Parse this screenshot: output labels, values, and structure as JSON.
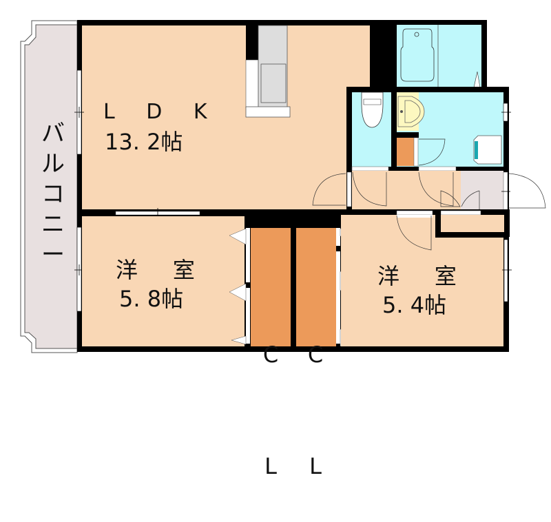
{
  "floor_plan": {
    "rooms": {
      "ldk": {
        "name": "ＬＤＫ",
        "name_display": "L D K",
        "area": "１３．２帖",
        "area_display": "13. 2帖"
      },
      "western_room_1": {
        "name": "洋　　室",
        "name_display": "洋     室",
        "area": "５．８帖",
        "area_display": "5. 8帖"
      },
      "western_room_2": {
        "name": "洋　　室",
        "name_display": "洋     室",
        "area": "５．４帖",
        "area_display": "5. 4帖"
      },
      "closet_1": {
        "label_line1": "C",
        "label_line2": "L"
      },
      "closet_2": {
        "label_line1": "C",
        "label_line2": "L"
      },
      "balcony": {
        "name": "バルコニー",
        "chars": [
          "バ",
          "ル",
          "コ",
          "ニ",
          "ー"
        ]
      }
    },
    "colors": {
      "room_floor": "#f9d7b5",
      "wet_area": "#bff8fb",
      "closet": "#ec9a5a",
      "balcony": "#e8e0e0",
      "entrance": "#e8e0e0",
      "kitchen_counter": "#dddddd",
      "washbasin": "#fdf8c0",
      "wall": "#000000",
      "washer_accent": "#1aa7b0"
    },
    "fixtures": [
      "kitchen-counter",
      "bathtub",
      "toilet",
      "washbasin",
      "washing-machine-space",
      "shoe-cabinet"
    ]
  }
}
